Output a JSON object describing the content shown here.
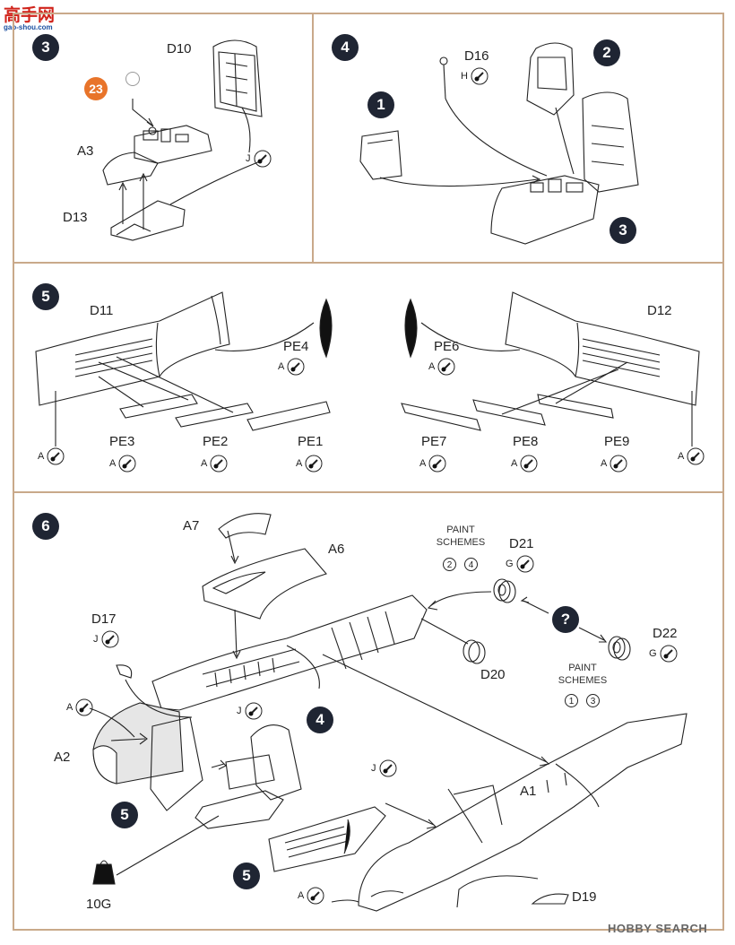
{
  "watermark_top": {
    "chars": "高手网",
    "sub": "gao-shou.com"
  },
  "watermark_bottom": {
    "brand": "H",
    "text": "BBY SEARCH",
    "full": "HOBBY SEARCH"
  },
  "panel3": {
    "step": "3",
    "callout_num": "23",
    "labels": {
      "d10": "D10",
      "a3": "A3",
      "d13": "D13"
    },
    "paint": {
      "code": "J"
    }
  },
  "panel4": {
    "step": "4",
    "sub_steps": {
      "one": "1",
      "two": "2",
      "three": "3"
    },
    "labels": {
      "d16": "D16"
    },
    "paint": {
      "code": "H"
    }
  },
  "panel5": {
    "step": "5",
    "labels": {
      "d11": "D11",
      "d12": "D12",
      "pe4": "PE4",
      "pe6": "PE6",
      "pe3": "PE3",
      "pe2": "PE2",
      "pe1": "PE1",
      "pe7": "PE7",
      "pe8": "PE8",
      "pe9": "PE9"
    },
    "paint": {
      "a": "A"
    }
  },
  "panel6": {
    "step": "6",
    "sub_steps": {
      "four": "4",
      "five_a": "5",
      "five_b": "5",
      "question": "?"
    },
    "labels": {
      "a7": "A7",
      "a6": "A6",
      "d21": "D21",
      "d22": "D22",
      "d20": "D20",
      "d17": "D17",
      "a2": "A2",
      "a1": "A1",
      "d19": "D19",
      "weight": "10G"
    },
    "paint_schemes_1": {
      "title_1": "PAINT",
      "title_2": "SCHEMES",
      "n1": "2",
      "n2": "4"
    },
    "paint_schemes_2": {
      "title_1": "PAINT",
      "title_2": "SCHEMES",
      "n1": "1",
      "n2": "3"
    },
    "paint": {
      "g": "G",
      "j": "J",
      "a": "A"
    }
  },
  "colors": {
    "frame": "#c9a98a",
    "badge": "#1f2533",
    "callout": "#e8742a",
    "watermark_red": "#d0231a",
    "watermark_blue": "#1a4fa0"
  }
}
